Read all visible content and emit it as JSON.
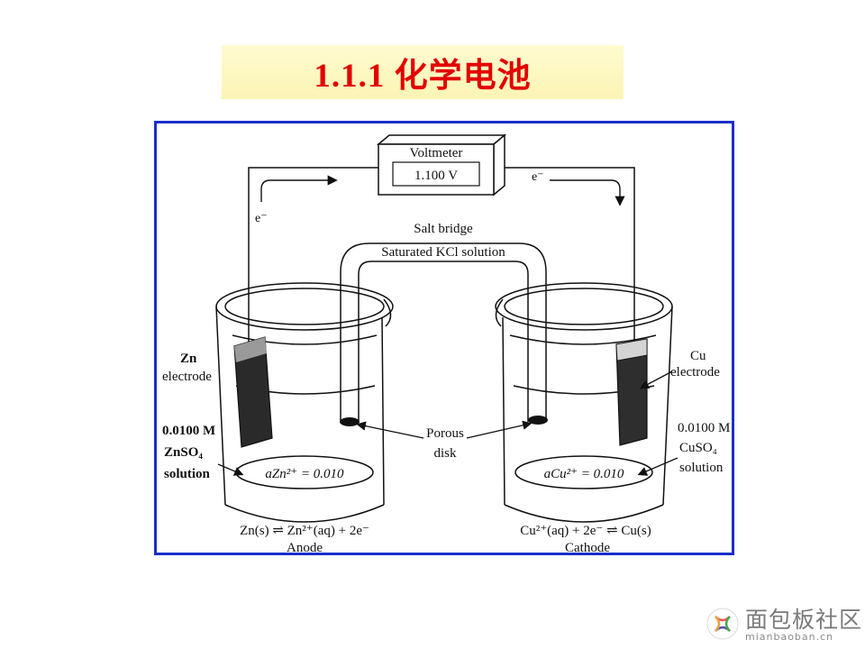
{
  "slide": {
    "title": "1.1.1  化学电池"
  },
  "diagram": {
    "voltmeter_label": "Voltmeter",
    "voltmeter_reading": "1.100 V",
    "electron_left": "e⁻",
    "electron_right": "e⁻",
    "salt_bridge": "Salt bridge",
    "salt_bridge_solution": "Saturated KCl solution",
    "zn_electrode_1": "Zn",
    "zn_electrode_2": "electrode",
    "cu_electrode_1": "Cu",
    "cu_electrode_2": "electrode",
    "zn_conc": "0.0100 M",
    "zn_salt": "ZnSO₄",
    "zn_solution": "solution",
    "cu_conc": "0.0100 M",
    "cu_salt": "CuSO₄",
    "cu_solution": "solution",
    "porous_1": "Porous",
    "porous_2": "disk",
    "zn_activity": "aZn²⁺ = 0.010",
    "cu_activity": "aCu²⁺ = 0.010",
    "anode_reaction": "Zn(s) ⇌ Zn²⁺(aq) + 2e⁻",
    "anode_label": "Anode",
    "cathode_reaction": "Cu²⁺(aq) + 2e⁻ ⇌ Cu(s)",
    "cathode_label": "Cathode"
  },
  "watermark": {
    "name": "面包板社区",
    "site": "mianbaoban.cn"
  }
}
